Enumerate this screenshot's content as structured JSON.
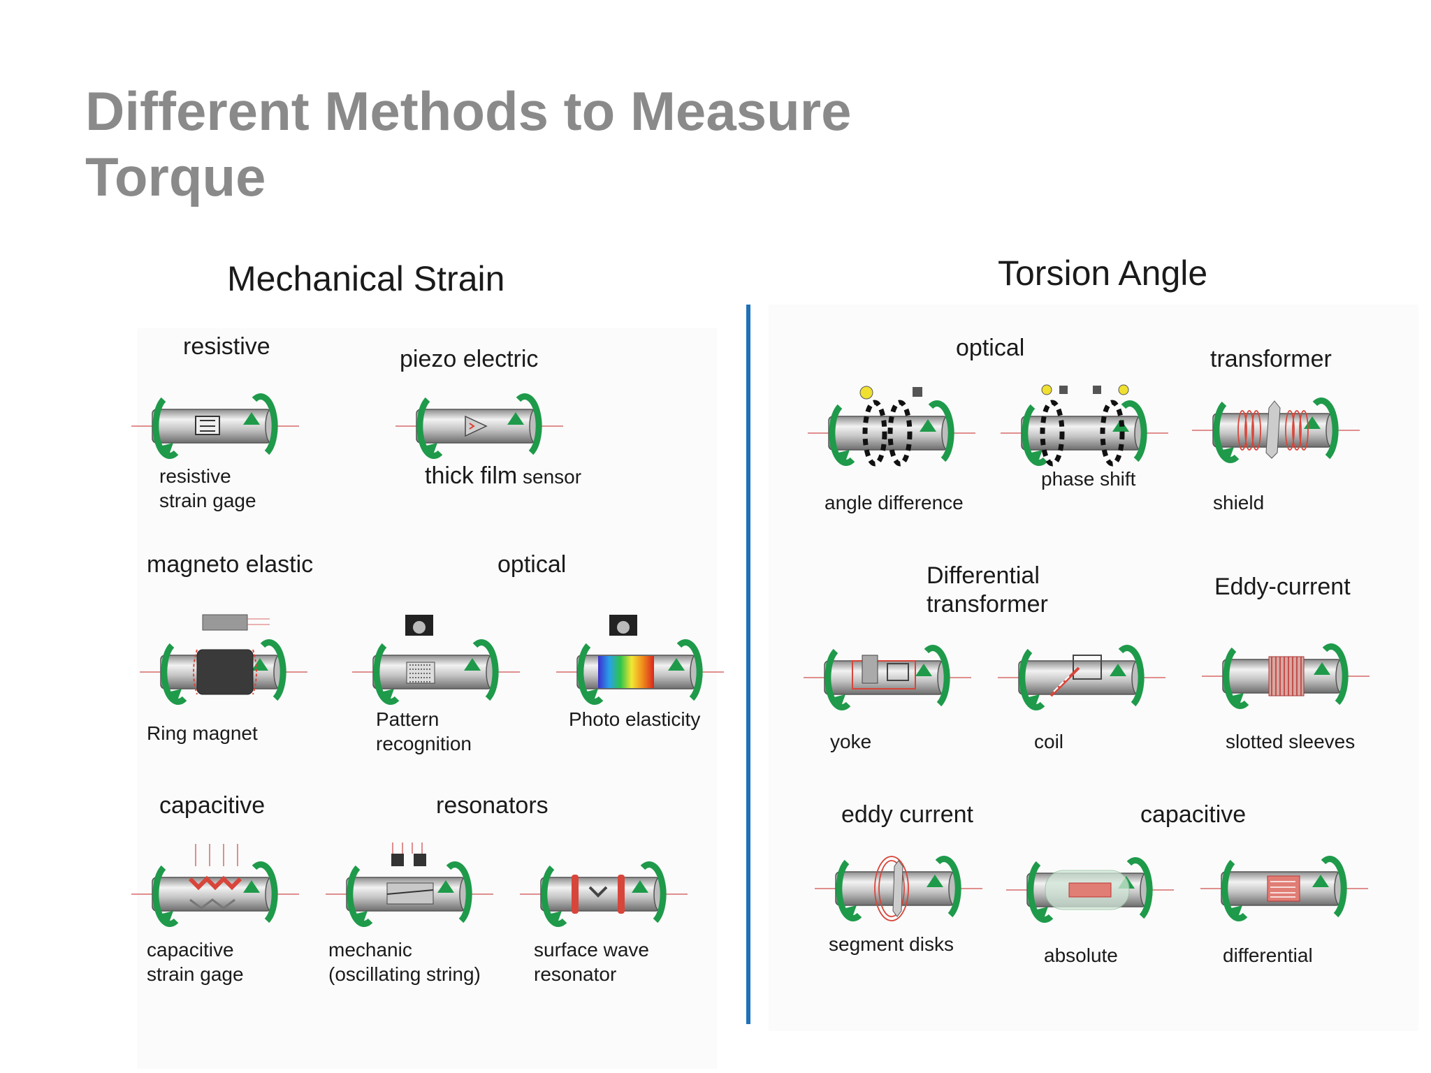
{
  "title": {
    "line1": "Different Methods to Measure",
    "line2": "Torque"
  },
  "sections": {
    "mechanical_strain": {
      "heading": "Mechanical Strain",
      "items": [
        {
          "label": "resistive",
          "caption1": "resistive",
          "caption2": "strain  gage"
        },
        {
          "label": "piezo electric",
          "caption_big": "thick film",
          "caption_small": " sensor"
        },
        {
          "label": "magneto elastic",
          "caption1": "Ring magnet"
        },
        {
          "label": "optical",
          "caption1": "Pattern",
          "caption2": "recognition"
        },
        {
          "caption1": "Photo elasticity"
        },
        {
          "label": "capacitive",
          "caption1": "capacitive",
          "caption2": "strain gage"
        },
        {
          "label": "resonators",
          "caption1": "mechanic",
          "caption2": "(oscillating string)"
        },
        {
          "caption1": "surface wave",
          "caption2": "resonator"
        }
      ]
    },
    "torsion_angle": {
      "heading": "Torsion Angle",
      "items": [
        {
          "label": "optical",
          "caption1": "angle difference"
        },
        {
          "caption1": "phase shift"
        },
        {
          "label": "transformer",
          "caption1": "shield"
        },
        {
          "label1": "Differential",
          "label2": "transformer",
          "caption1": "yoke"
        },
        {
          "caption1": "coil"
        },
        {
          "label": "Eddy-current",
          "caption1": "slotted sleeves"
        },
        {
          "label": "eddy current",
          "caption1": "segment disks"
        },
        {
          "label": "capacitive",
          "caption1": "absolute"
        },
        {
          "caption1": "differential"
        }
      ]
    }
  },
  "colors": {
    "title": "#8a8a8a",
    "divider": "#1f72b8",
    "arrow": "#1e9a4a",
    "shaft": "#b5b5b5",
    "accent_red": "#d8453a"
  }
}
